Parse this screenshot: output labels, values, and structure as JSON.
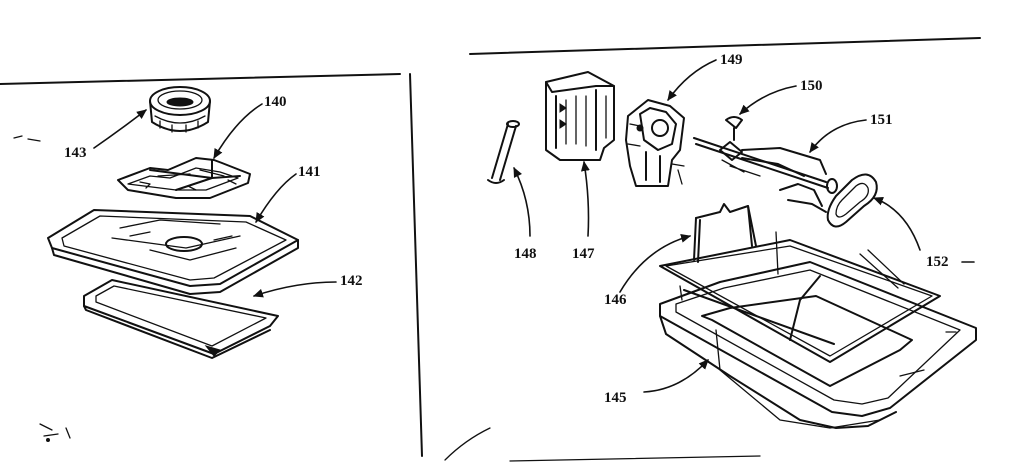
{
  "labels": {
    "p140": "140",
    "p141": "141",
    "p142": "142",
    "p143": "143",
    "p145": "145",
    "p146": "146",
    "p147": "147",
    "p148": "148",
    "p149": "149",
    "p150": "150",
    "p151": "151",
    "p152": "152"
  },
  "colors": {
    "ink": "#111111",
    "paper": "#ffffff"
  }
}
